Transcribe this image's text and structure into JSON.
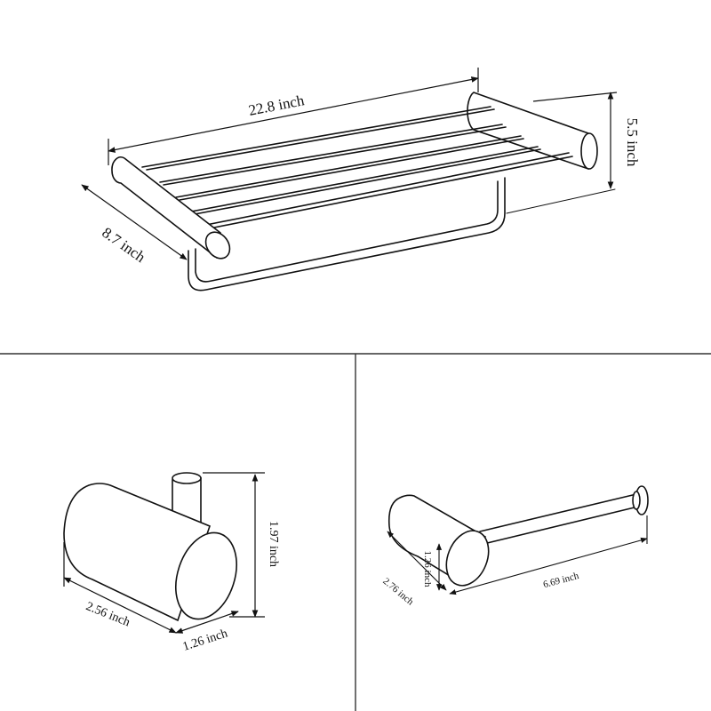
{
  "panels": {
    "towel_rack": {
      "width_label": "22.8 inch",
      "height_label": "5.5 inch",
      "depth_label": "8.7 inch"
    },
    "robe_hook": {
      "length_label": "2.56 inch",
      "diameter_label": "1.26 inch",
      "height_label": "1.97 inch"
    },
    "paper_holder": {
      "depth_label": "2.76 inch",
      "height_label": "1.26 inch",
      "length_label": "6.69 inch"
    }
  },
  "colors": {
    "line": "#111111",
    "divider": "#333333",
    "background": "#ffffff"
  }
}
